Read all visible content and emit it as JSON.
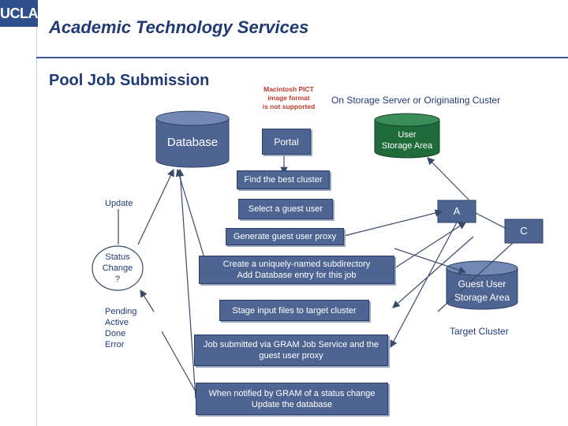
{
  "header": {
    "logo": "UCLA",
    "title": "Academic Technology Services"
  },
  "page_title": "Pool Job Submission",
  "pict_note": [
    "Macintosh PICT",
    "image format",
    "is not supported"
  ],
  "storage_caption": "On Storage Server or Originating Custer",
  "nodes": {
    "database": "Database",
    "portal": "Portal",
    "user_storage": [
      "User",
      "Storage Area"
    ],
    "find_cluster": "Find the best cluster",
    "select_guest": "Select a guest user",
    "a_label": "A",
    "c_label": "C",
    "generate_proxy": "Generate guest user proxy",
    "create_subdir": [
      "Create a uniquely-named subdirectory",
      "Add Database entry for this job"
    ],
    "stage_input": "Stage input files to target cluster",
    "job_submitted": [
      "Job submitted via GRAM Job Service and the",
      "guest user proxy"
    ],
    "notified": [
      "When notified by GRAM of a status change",
      "Update the database"
    ],
    "guest_storage": [
      "Guest User",
      "Storage Area"
    ],
    "target_cluster": "Target Cluster",
    "update": "Update",
    "status_change": [
      "Status",
      "Change",
      "?"
    ],
    "states": [
      "Pending",
      "Active",
      "Done",
      "Error"
    ]
  },
  "colors": {
    "box": "#4e6593",
    "database": "#4e6593",
    "user_storage": "#1f6b3a",
    "guest_storage": "#4e6593",
    "title": "#1f3a72",
    "note": "#c0392b"
  }
}
